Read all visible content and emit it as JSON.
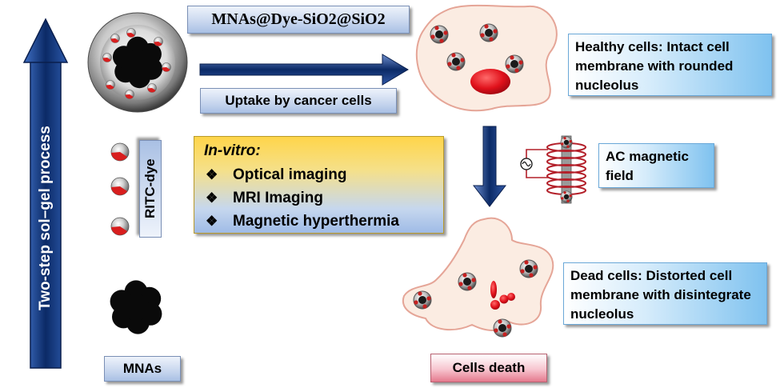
{
  "labels": {
    "vertical_arrow": "Two-step sol–gel process",
    "composite": "MNAs@Dye-SiO2@SiO2",
    "uptake": "Uptake by cancer cells",
    "dye": "RITC-dye",
    "mnas": "MNAs",
    "healthy": "Healthy cells: Intact cell membrane with rounded nucleolus",
    "ac_field": "AC magnetic field",
    "dead": "Dead cells: Distorted cell membrane with disintegrate nucleolus",
    "death": "Cells death"
  },
  "invitro": {
    "title": "In-vitro:",
    "items": [
      {
        "bullet": "❖",
        "text": "Optical imaging"
      },
      {
        "bullet": "❖",
        "text": "MRI Imaging"
      },
      {
        "bullet": "❖",
        "text": "Magnetic hyperthermia"
      }
    ]
  },
  "colors": {
    "arrow_dark": "#0b2a66",
    "arrow_light": "#3f6fc4",
    "cell_fill": "#fbece2",
    "cell_border": "#e5a597",
    "nucleus": "#e0111b",
    "dye_red": "#d81e1e"
  },
  "icons": {
    "nanoparticle": "silica-nanoparticle-icon",
    "dye": "dye-sphere-icon",
    "core": "magnetic-nano-aggregate-icon",
    "coil": "ac-coil-icon"
  }
}
